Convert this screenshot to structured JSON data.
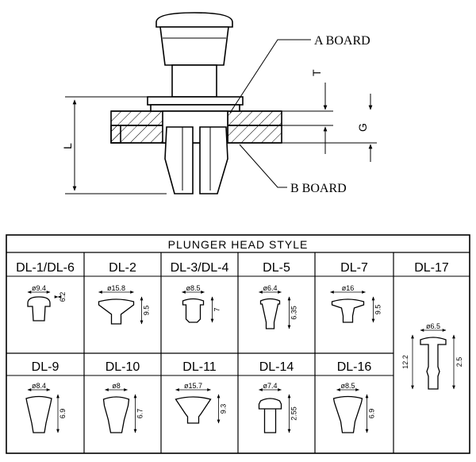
{
  "top_diagram": {
    "a_board_label": "A BOARD",
    "b_board_label": "B BOARD",
    "dim_t": "T",
    "dim_g": "G",
    "dim_l": "L"
  },
  "table": {
    "title": "PLUNGER HEAD STYLE",
    "row1": [
      {
        "model": "DL-1/DL-6",
        "diameter": "ø9.4",
        "height": "6.2"
      },
      {
        "model": "DL-2",
        "diameter": "ø15.8",
        "height": "9.5"
      },
      {
        "model": "DL-3/DL-4",
        "diameter": "ø8.5",
        "height": "7"
      },
      {
        "model": "DL-5",
        "diameter": "ø6.4",
        "height": "6.35"
      },
      {
        "model": "DL-7",
        "diameter": "ø16",
        "height": "9.5"
      }
    ],
    "row2": [
      {
        "model": "DL-9",
        "diameter": "ø8.4",
        "height": "6.9"
      },
      {
        "model": "DL-10",
        "diameter": "ø8",
        "height": "6.7"
      },
      {
        "model": "DL-11",
        "diameter": "ø15.7",
        "height": "9.3"
      },
      {
        "model": "DL-14",
        "diameter": "ø7.4",
        "height": "2.55"
      },
      {
        "model": "DL-16",
        "diameter": "ø8.5",
        "height": "6.9"
      }
    ],
    "dl17": {
      "model": "DL-17",
      "diameter": "ø6.5",
      "height_total": "12.2",
      "height_head": "2.5"
    }
  }
}
